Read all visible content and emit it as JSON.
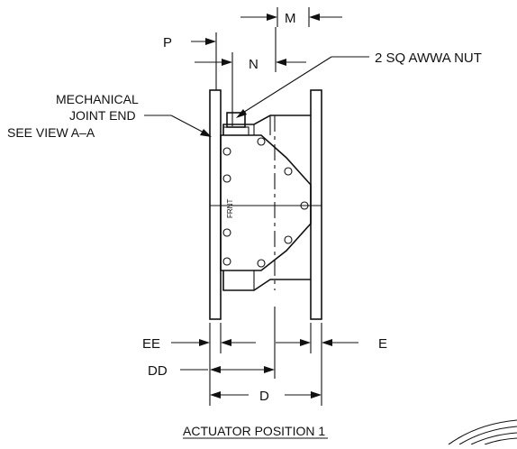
{
  "diagram": {
    "callouts": {
      "M": "M",
      "P": "P",
      "N": "N",
      "nut": "2 SQ AWWA NUT",
      "mj_line1": "MECHANICAL",
      "mj_line2": "JOINT END",
      "mj_line3": "SEE VIEW A–A",
      "EE": "EE",
      "E": "E",
      "DD": "DD",
      "D": "D",
      "body_mark": "FRNT"
    },
    "caption": "ACTUATOR POSITION 1"
  }
}
